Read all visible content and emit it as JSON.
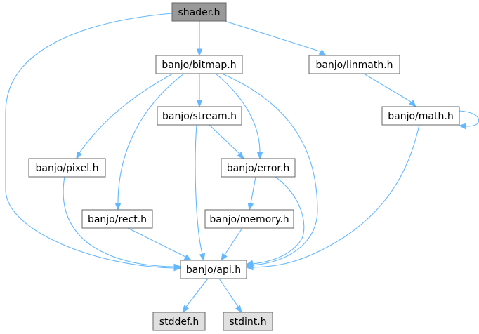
{
  "graph": {
    "colors": {
      "edge": "#63b8ff",
      "node_border": "#666666",
      "node_fill": "#ffffff",
      "root_fill": "#999999",
      "external_fill": "#e0e0e0"
    },
    "nodes": {
      "shader": {
        "label": "shader.h",
        "kind": "root"
      },
      "bitmap": {
        "label": "banjo/bitmap.h",
        "kind": "header"
      },
      "linmath": {
        "label": "banjo/linmath.h",
        "kind": "header"
      },
      "math": {
        "label": "banjo/math.h",
        "kind": "header"
      },
      "stream": {
        "label": "banjo/stream.h",
        "kind": "header"
      },
      "pixel": {
        "label": "banjo/pixel.h",
        "kind": "header"
      },
      "error": {
        "label": "banjo/error.h",
        "kind": "header"
      },
      "rect": {
        "label": "banjo/rect.h",
        "kind": "header"
      },
      "memory": {
        "label": "banjo/memory.h",
        "kind": "header"
      },
      "api": {
        "label": "banjo/api.h",
        "kind": "header"
      },
      "stddef": {
        "label": "stddef.h",
        "kind": "external"
      },
      "stdint": {
        "label": "stdint.h",
        "kind": "external"
      }
    },
    "edges": [
      {
        "from": "shader",
        "to": "bitmap"
      },
      {
        "from": "shader",
        "to": "linmath"
      },
      {
        "from": "shader",
        "to": "api"
      },
      {
        "from": "bitmap",
        "to": "stream"
      },
      {
        "from": "bitmap",
        "to": "pixel"
      },
      {
        "from": "bitmap",
        "to": "rect"
      },
      {
        "from": "bitmap",
        "to": "error"
      },
      {
        "from": "bitmap",
        "to": "api"
      },
      {
        "from": "linmath",
        "to": "math"
      },
      {
        "from": "math",
        "to": "math"
      },
      {
        "from": "math",
        "to": "api"
      },
      {
        "from": "stream",
        "to": "error"
      },
      {
        "from": "stream",
        "to": "api"
      },
      {
        "from": "pixel",
        "to": "api"
      },
      {
        "from": "error",
        "to": "memory"
      },
      {
        "from": "error",
        "to": "api"
      },
      {
        "from": "rect",
        "to": "api"
      },
      {
        "from": "memory",
        "to": "api"
      },
      {
        "from": "api",
        "to": "stddef"
      },
      {
        "from": "api",
        "to": "stdint"
      }
    ]
  }
}
